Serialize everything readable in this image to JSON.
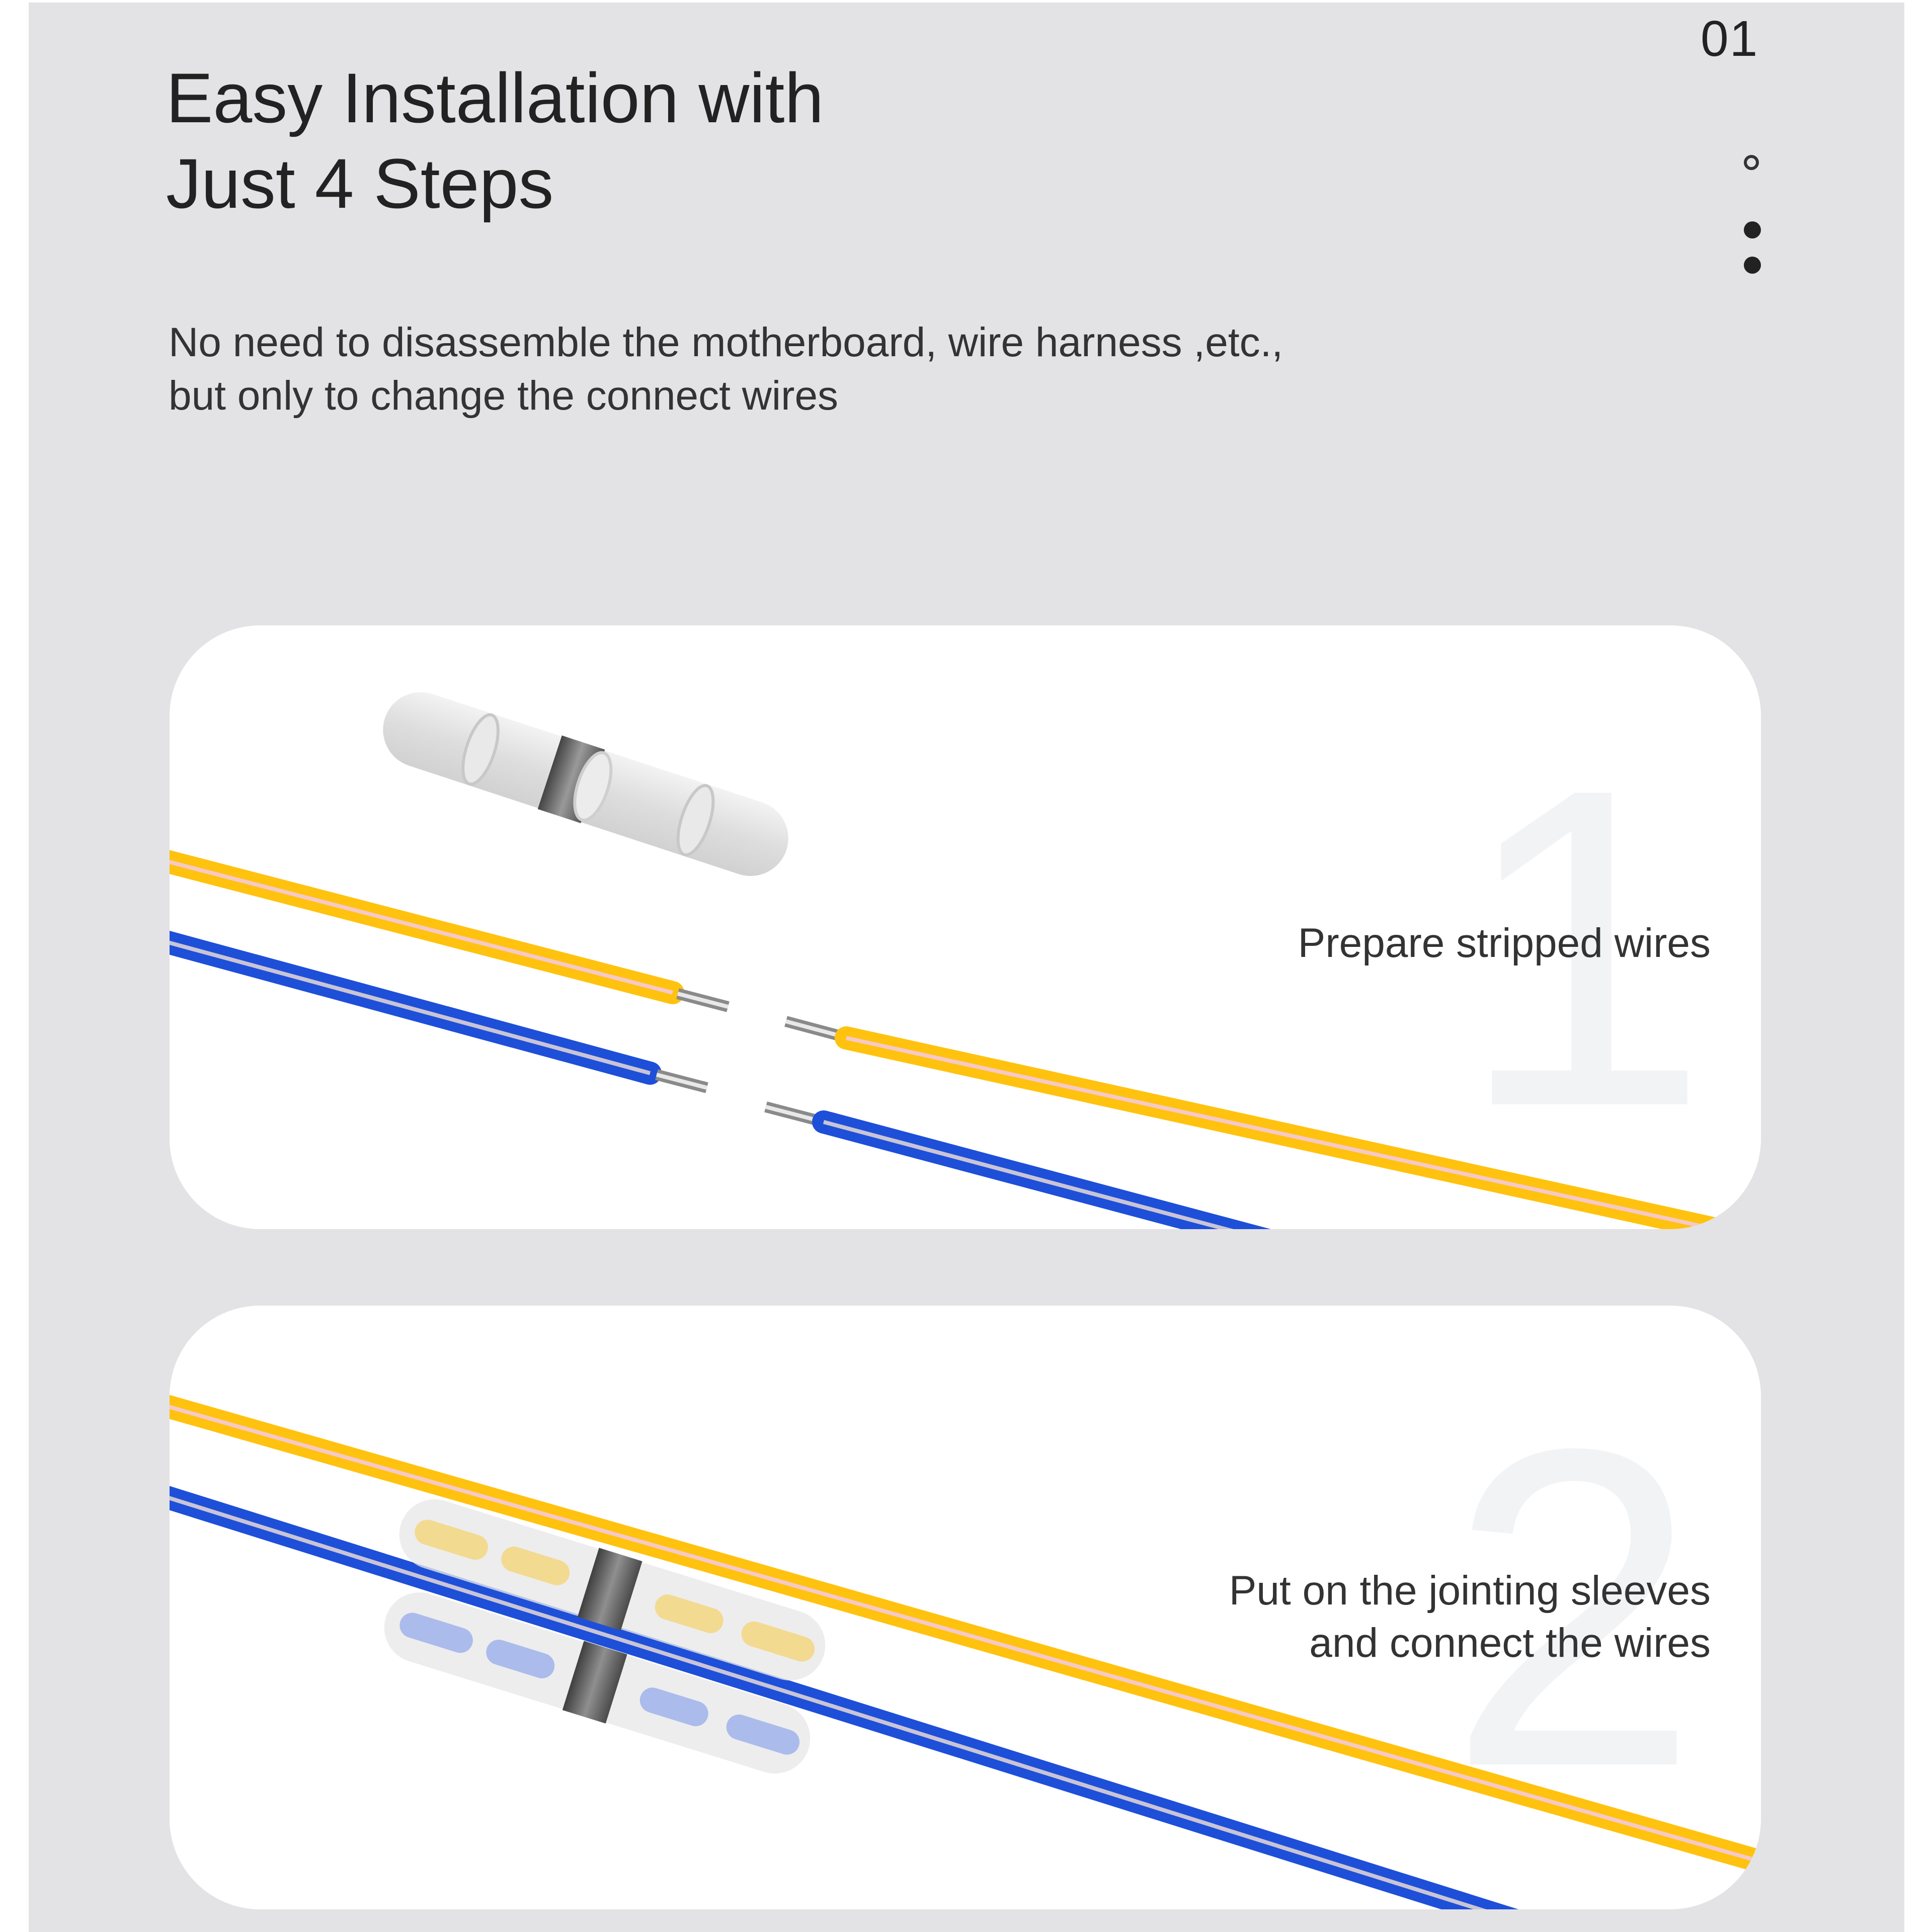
{
  "header": {
    "page_number": "01",
    "title_lines": [
      "Easy Installation with",
      "Just 4 Steps"
    ],
    "subtitle_lines": [
      "No need to disassemble the motherboard, wire harness ,etc.,",
      "but only to change the connect wires"
    ]
  },
  "steps": [
    {
      "number": "1",
      "caption_lines": [
        "Prepare stripped wires"
      ]
    },
    {
      "number": "2",
      "caption_lines": [
        "Put on the jointing sleeves",
        "and connect the wires"
      ]
    }
  ],
  "colors": {
    "background": "#e3e3e5",
    "card": "#ffffff",
    "yellow_wire": "#ffc20e",
    "blue_wire": "#1e4fd8",
    "wire_stripe": "#f6c9c6",
    "sleeve_band": "#555555"
  }
}
